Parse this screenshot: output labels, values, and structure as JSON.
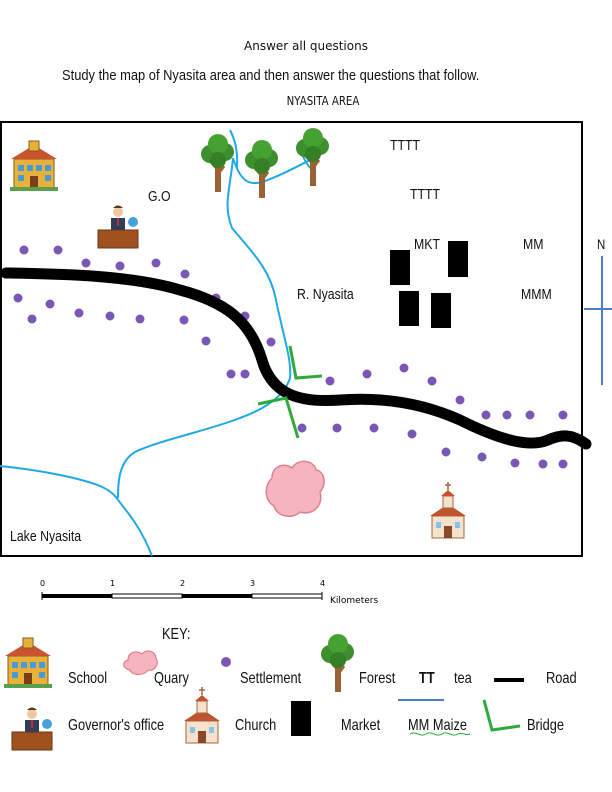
{
  "header": {
    "instruction": "Answer all questions",
    "question": "Study the map of Nyasita area and then answer the questions that follow.",
    "map_title": "NYASITA AREA"
  },
  "map": {
    "labels": {
      "governors_office": "G.O",
      "market": "MKT",
      "river": "R. Nyasita",
      "lake": "Lake Nyasita",
      "north": "N",
      "tea_1": "TTTT",
      "tea_2": "TTTT",
      "maize_1": "MM",
      "maize_2": "MMM"
    }
  },
  "scale": {
    "ticks": [
      "0",
      "1",
      "2",
      "3",
      "4"
    ],
    "unit": "Kilometers"
  },
  "key": {
    "title": "KEY:",
    "items": {
      "school": "School",
      "quarry": "Quary",
      "settlement": "Settlement",
      "forest": "Forest",
      "tea_symbol": "TT",
      "tea": "tea",
      "road": "Road",
      "governors_office": "Governor's office",
      "church": "Church",
      "market": "Market",
      "maize": "MM Maize",
      "bridge": "Bridge"
    }
  },
  "colors": {
    "river": "#1fa8e6",
    "settlement": "#7b57b5",
    "quarry": "#f5b5bf",
    "bridge": "#2eaa3a",
    "road": "#000000",
    "tree_crown": "#3c8f2c",
    "tree_trunk": "#9a6234"
  }
}
